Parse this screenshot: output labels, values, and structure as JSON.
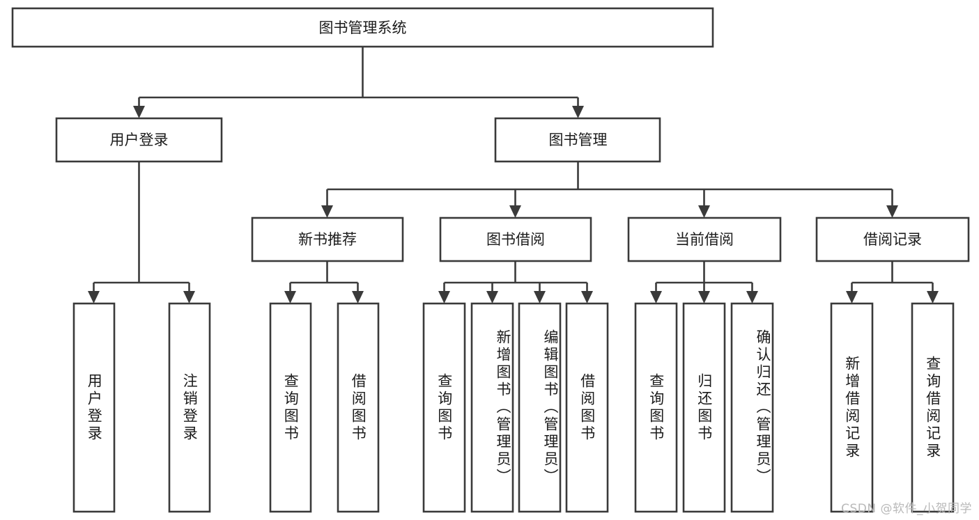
{
  "diagram": {
    "type": "tree-hierarchy",
    "orientation": "top-down",
    "title": "图书管理系统",
    "background_color": "#ffffff",
    "stroke_color": "#3a3a3a",
    "text_color": "#1b1b1b",
    "root": {
      "id": "root",
      "label": "图书管理系统",
      "text_direction": "horizontal"
    },
    "level2": [
      {
        "id": "user-login",
        "label": "用户登录",
        "text_direction": "horizontal"
      },
      {
        "id": "book-manage",
        "label": "图书管理",
        "text_direction": "horizontal"
      }
    ],
    "level3": [
      {
        "id": "new-book-recommend",
        "label": "新书推荐",
        "parent": "book-manage",
        "text_direction": "horizontal"
      },
      {
        "id": "book-borrow",
        "label": "图书借阅",
        "parent": "book-manage",
        "text_direction": "horizontal"
      },
      {
        "id": "current-borrow",
        "label": "当前借阅",
        "parent": "book-manage",
        "text_direction": "horizontal"
      },
      {
        "id": "borrow-record",
        "label": "借阅记录",
        "parent": "book-manage",
        "text_direction": "horizontal"
      }
    ],
    "leaves": [
      {
        "id": "leaf-user-login",
        "label": "用户登录",
        "parent": "user-login",
        "text_direction": "vertical"
      },
      {
        "id": "leaf-user-logout",
        "label": "注销登录",
        "parent": "user-login",
        "text_direction": "vertical"
      },
      {
        "id": "leaf-query-book-1",
        "label": "查询图书",
        "parent": "new-book-recommend",
        "text_direction": "vertical"
      },
      {
        "id": "leaf-borrow-book-1",
        "label": "借阅图书",
        "parent": "new-book-recommend",
        "text_direction": "vertical"
      },
      {
        "id": "leaf-query-book-2",
        "label": "查询图书",
        "parent": "book-borrow",
        "text_direction": "vertical"
      },
      {
        "id": "leaf-add-book",
        "label": "新增图书（管理员）",
        "parent": "book-borrow",
        "text_direction": "vertical"
      },
      {
        "id": "leaf-edit-book",
        "label": "编辑图书（管理员）",
        "parent": "book-borrow",
        "text_direction": "vertical"
      },
      {
        "id": "leaf-borrow-book-2",
        "label": "借阅图书",
        "parent": "book-borrow",
        "text_direction": "vertical"
      },
      {
        "id": "leaf-query-book-3",
        "label": "查询图书",
        "parent": "current-borrow",
        "text_direction": "vertical"
      },
      {
        "id": "leaf-return-book",
        "label": "归还图书",
        "parent": "current-borrow",
        "text_direction": "vertical"
      },
      {
        "id": "leaf-confirm-return",
        "label": "确认归还（管理员）",
        "parent": "current-borrow",
        "text_direction": "vertical"
      },
      {
        "id": "leaf-add-record",
        "label": "新增借阅记录",
        "parent": "borrow-record",
        "text_direction": "vertical"
      },
      {
        "id": "leaf-query-record",
        "label": "查询借阅记录",
        "parent": "borrow-record",
        "text_direction": "vertical"
      }
    ]
  },
  "watermark": {
    "text": "CSDN @软件_小贺同学"
  }
}
